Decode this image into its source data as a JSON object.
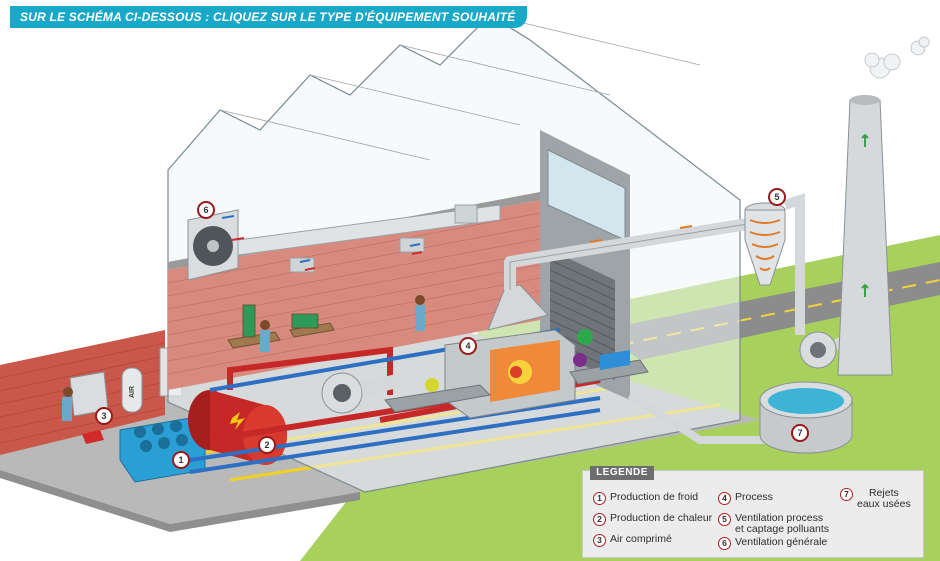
{
  "header": {
    "title": "SUR LE SCHÉMA CI-DESSOUS : CLIQUEZ SUR LE TYPE D'ÉQUIPEMENT SOUHAITÉ"
  },
  "diagram": {
    "labels": {
      "air_tank": "AIR"
    },
    "hotspots": [
      {
        "number": "1",
        "name": "Production de froid"
      },
      {
        "number": "2",
        "name": "Production de chaleur"
      },
      {
        "number": "3",
        "name": "Air comprimé"
      },
      {
        "number": "4",
        "name": "Process"
      },
      {
        "number": "5",
        "name": "Ventilation process et captage polluants"
      },
      {
        "number": "6",
        "name": "Ventilation générale"
      },
      {
        "number": "7",
        "name": "Rejets eaux usées"
      }
    ]
  },
  "legend": {
    "title": "LEGENDE",
    "items": [
      {
        "number": "1",
        "line1": "Production de froid",
        "line2": ""
      },
      {
        "number": "2",
        "line1": "Production de chaleur",
        "line2": ""
      },
      {
        "number": "3",
        "line1": "Air comprimé",
        "line2": ""
      },
      {
        "number": "4",
        "line1": "Process",
        "line2": ""
      },
      {
        "number": "5",
        "line1": "Ventilation process",
        "line2": "et captage polluants"
      },
      {
        "number": "6",
        "line1": "Ventilation générale",
        "line2": ""
      },
      {
        "number": "7",
        "line1": "Rejets",
        "line2": "eaux usées"
      }
    ]
  },
  "colors": {
    "title_bar": "#1aa8c9",
    "brick": "#c0392b",
    "hot_pipe": "#c62828",
    "cold_pipe": "#2e6fc4",
    "grass": "#a6cf5a",
    "road": "#8a8a8a",
    "legend_border": "#9a1a1a"
  }
}
